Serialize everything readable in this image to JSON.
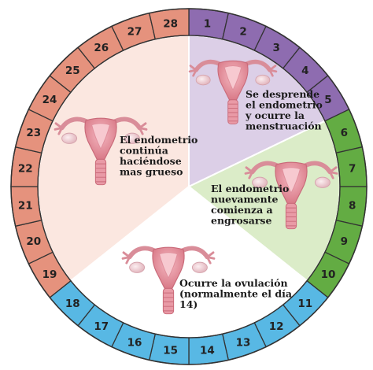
{
  "diagram": {
    "phases": [
      {
        "id": "menstruation",
        "ring_color": "#8e6cb0",
        "fill_color": "#dccfe7",
        "days": [
          "1",
          "2",
          "3",
          "4",
          "5"
        ],
        "label_lines": [
          "Se desprende",
          "el endometrio",
          "y ocurre la",
          "menstruación"
        ]
      },
      {
        "id": "follicular",
        "ring_color": "#63ac43",
        "fill_color": "#dbecc8",
        "days": [
          "6",
          "7",
          "8",
          "9",
          "10"
        ],
        "label_lines": [
          "El endometrio",
          "nuevamente",
          "comienza a",
          "engrosarse"
        ]
      },
      {
        "id": "ovulation",
        "ring_color": "#58b8e4",
        "fill_color": "#ffffff",
        "days": [
          "11",
          "12",
          "13",
          "14",
          "15",
          "16",
          "17",
          "18"
        ],
        "label_lines": [
          "Ocurre la ovulación",
          "(normalmente el día",
          "14)"
        ]
      },
      {
        "id": "luteal",
        "ring_color": "#e5927d",
        "fill_color": "#fbe7e0",
        "days": [
          "19",
          "20",
          "21",
          "22",
          "23",
          "24",
          "25",
          "26",
          "27",
          "28"
        ],
        "label_lines": [
          "El endometrio",
          "continúa",
          "haciéndose",
          "mas grueso"
        ]
      }
    ]
  }
}
